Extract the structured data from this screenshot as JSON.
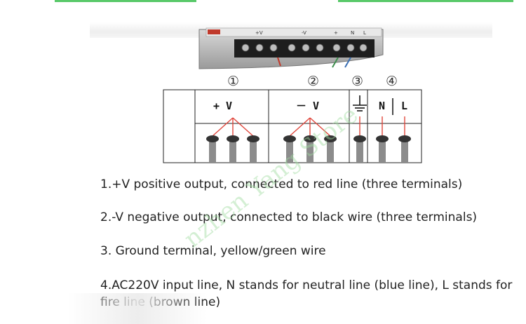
{
  "colors": {
    "accent_rule": "#59c96a",
    "wire_red": "#e0463c",
    "terminal_dark": "#333333",
    "terminal_post": "#8c8c8c",
    "watermark": "#a0dca0"
  },
  "photo": {
    "labels": [
      "+V",
      "-V",
      "+",
      "N",
      "L"
    ]
  },
  "diagram": {
    "terminal_numbers": [
      "①",
      "②",
      "③",
      "④"
    ],
    "group_labels": {
      "positive": "+ V",
      "negative": "－ V",
      "neutral": "N",
      "live": "L"
    },
    "ground_symbol_icon": "ground-icon"
  },
  "notes": [
    "1.+V positive output, connected to red line (three terminals)",
    "2.-V negative output, connected to black wire (three terminals)",
    "3. Ground terminal, yellow/green wire",
    "4.AC220V input line, N stands for neutral line (blue line), L stands for fire line (brown line)"
  ],
  "watermark_text": "nzhen Yang Store"
}
